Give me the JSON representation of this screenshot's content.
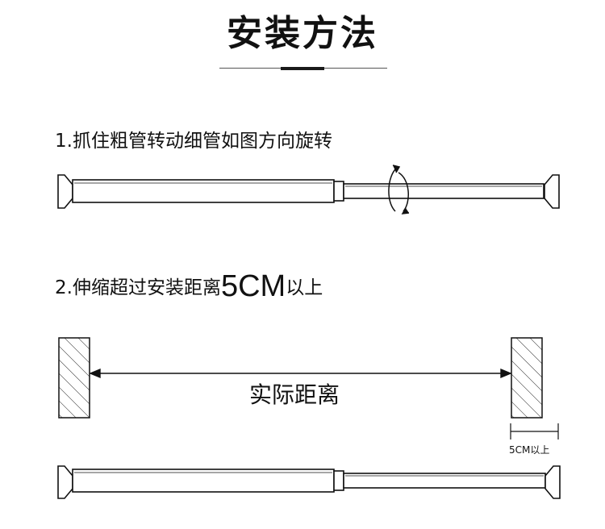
{
  "title": "安装方法",
  "steps": [
    {
      "number": "1.",
      "text": "抓住粗管转动细管如图方向旋转"
    },
    {
      "number": "2.",
      "text_before": "伸缩超过安装距离",
      "highlight": "5CM",
      "text_after": "以上"
    }
  ],
  "diagram": {
    "distance_label": "实际距离",
    "margin_label": "5CM以上"
  },
  "colors": {
    "ink": "#111111",
    "background": "#ffffff"
  },
  "icons": [
    "rotation-arrows-icon",
    "double-arrow-icon",
    "hatched-wall-icon",
    "tension-rod-icon"
  ]
}
